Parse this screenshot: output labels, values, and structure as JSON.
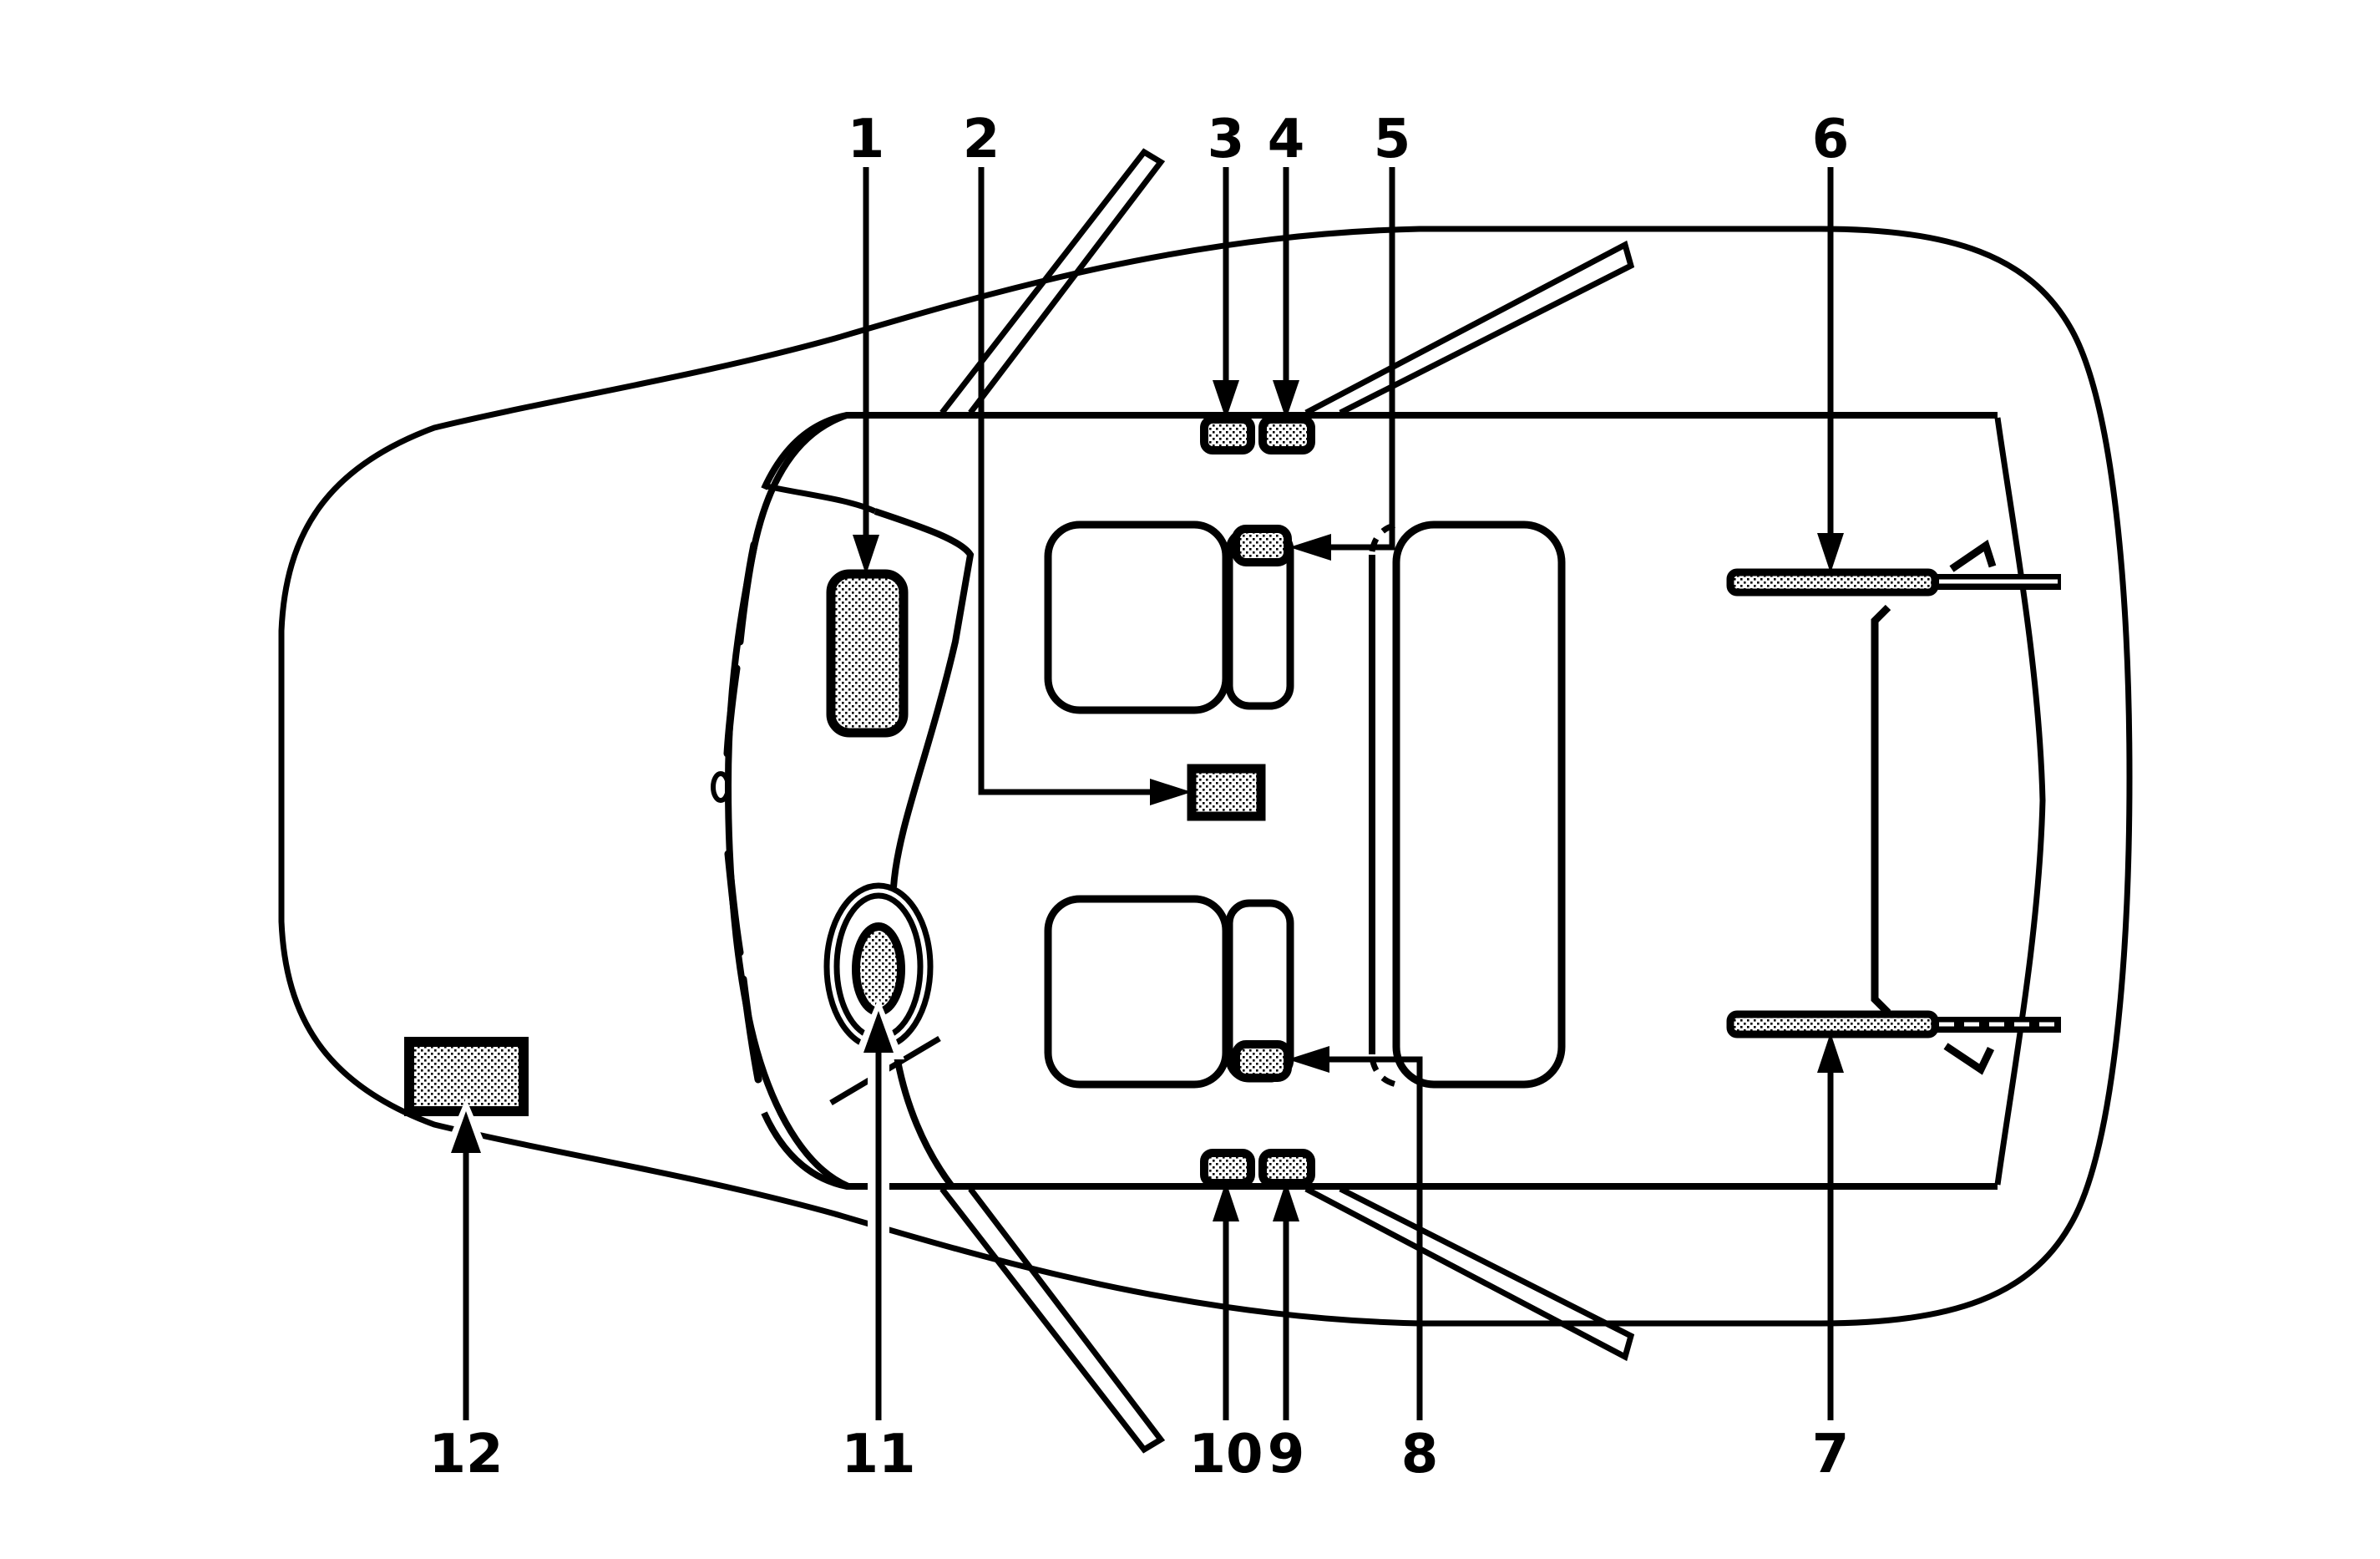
{
  "diagram": {
    "type": "vehicle-top-view-component-location-diagram",
    "background_color": "#ffffff",
    "line_color": "#000000",
    "fill_style": "dotted-hatch",
    "callouts": [
      {
        "number": "1"
      },
      {
        "number": "2"
      },
      {
        "number": "3"
      },
      {
        "number": "4"
      },
      {
        "number": "5"
      },
      {
        "number": "6"
      },
      {
        "number": "7"
      },
      {
        "number": "8"
      },
      {
        "number": "9"
      },
      {
        "number": "10"
      },
      {
        "number": "11"
      },
      {
        "number": "12"
      }
    ]
  }
}
